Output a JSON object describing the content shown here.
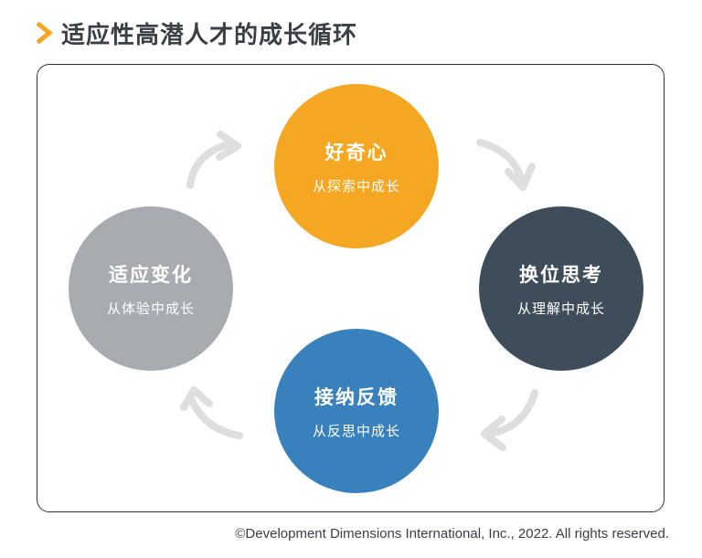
{
  "header": {
    "title": "适应性高潜人才的成长循环",
    "chevron_icon": "chevron-right-icon",
    "chevron_color": "#f5a623"
  },
  "cycle": {
    "nodes": [
      {
        "title": "好奇心",
        "subtitle": "从探索中成长",
        "color": "#f5a623"
      },
      {
        "title": "换位思考",
        "subtitle": "从理解中成长",
        "color": "#3f4d5b"
      },
      {
        "title": "接纳反馈",
        "subtitle": "从反思中成长",
        "color": "#3981bd"
      },
      {
        "title": "适应变化",
        "subtitle": "从体验中成长",
        "color": "#a8acb1"
      }
    ],
    "arrow_icon": "curved-arrow-icon",
    "arrow_color": "#dcdee0",
    "direction": "clockwise"
  },
  "footer": {
    "copyright": "©Development Dimensions International, Inc., 2022. All rights reserved."
  }
}
